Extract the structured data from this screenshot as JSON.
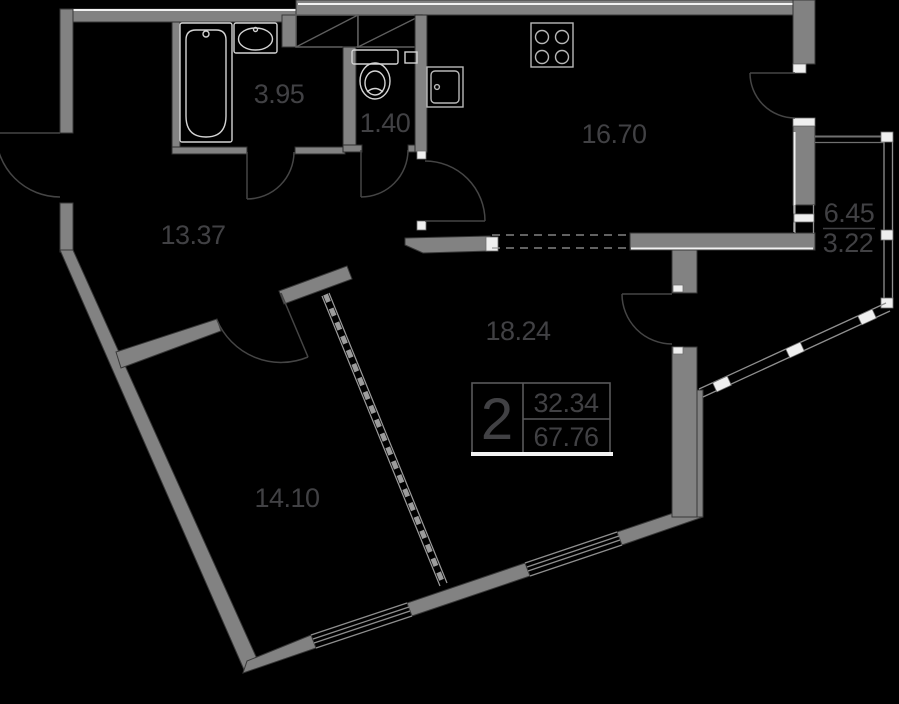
{
  "title": "2-room apartment floor plan",
  "rooms": {
    "bathroom": {
      "area": "3.95"
    },
    "wc": {
      "area": "1.40"
    },
    "kitchen": {
      "area": "16.70"
    },
    "hallway": {
      "area": "13.37"
    },
    "living": {
      "area": "18.24"
    },
    "bedroom": {
      "area": "14.10"
    }
  },
  "balcony": {
    "area_full": "6.45",
    "area_counted": "3.22"
  },
  "stamp": {
    "room_count": "2",
    "living_area": "32.34",
    "total_area": "67.76"
  },
  "colors": {
    "background": "#000000",
    "wall_fill": "#828282",
    "wall_outline": "#383838",
    "white_accent": "#f2f2f2",
    "label_text": "#414144",
    "fixture_line": "#d4d4d4"
  },
  "fixtures": [
    "bathtub",
    "wash-basin",
    "toilet",
    "washing-machine",
    "stove",
    "vent-shaft"
  ]
}
